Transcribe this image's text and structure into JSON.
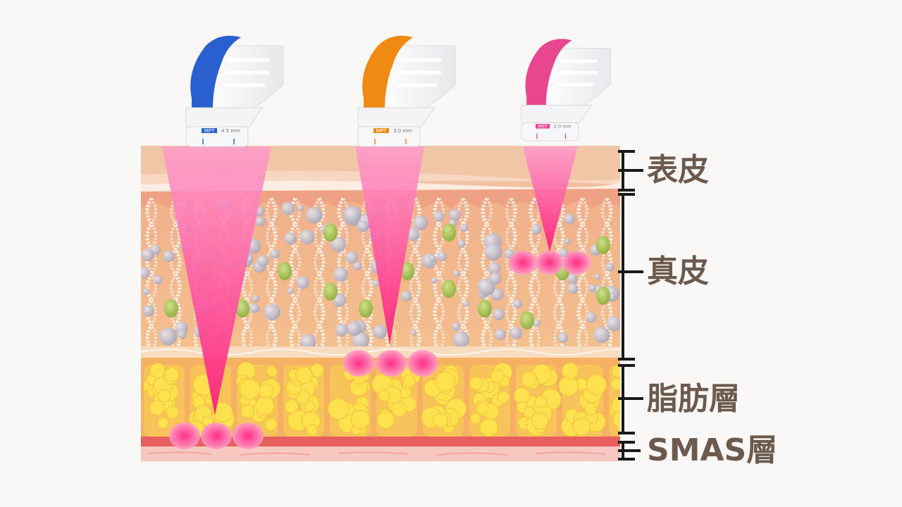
{
  "layers": [
    {
      "key": "epidermis",
      "label": "表皮"
    },
    {
      "key": "dermis",
      "label": "真皮"
    },
    {
      "key": "fat",
      "label": "脂肪層"
    },
    {
      "key": "smas",
      "label": "SMAS層"
    }
  ],
  "cartridges": [
    {
      "brand": "MPT",
      "depth": "4.5",
      "unit": "mm",
      "color": "#2a5fd0",
      "beam": "#ff2a8a"
    },
    {
      "brand": "MPT",
      "depth": "3.0",
      "unit": "mm",
      "color": "#f08a12",
      "beam": "#ff2a8a"
    },
    {
      "brand": "MPT",
      "depth": "2.0",
      "unit": "mm",
      "color": "#e8478f",
      "beam": "#ff2a8a"
    }
  ],
  "colors": {
    "label_text": "#6b5a4d",
    "bracket": "#1a1a1a",
    "epidermis": "#f2c6a6",
    "dermis": "#f3b389",
    "fat": "#f5b968",
    "fat_cells": "#ffd84a",
    "smas": "#f08078",
    "focal_point": "#ff3f8f"
  }
}
